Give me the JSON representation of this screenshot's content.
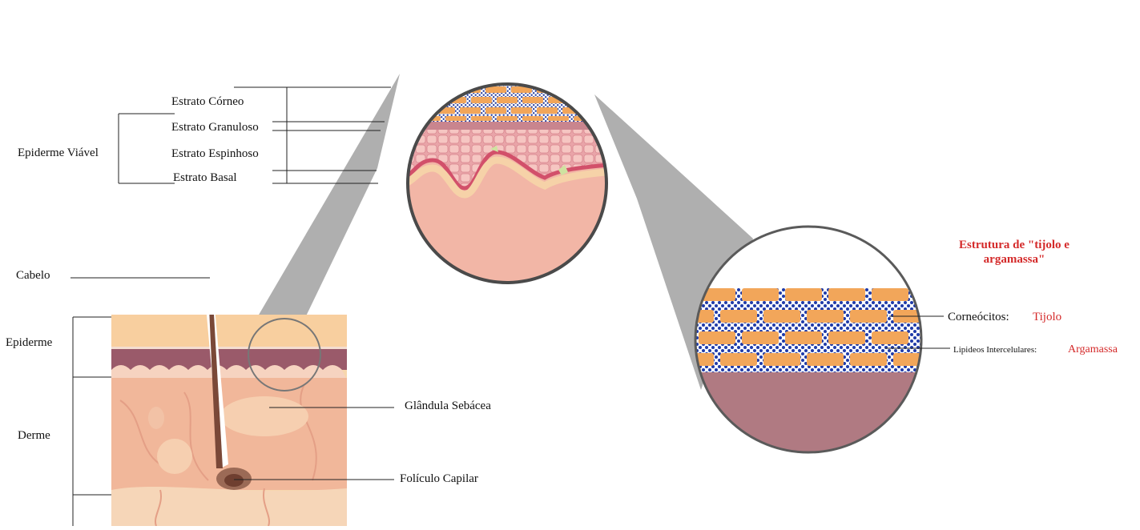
{
  "layers_top": {
    "stratum_corneum": "Estrato Córneo",
    "stratum_granulosum": "Estrato Granuloso",
    "stratum_spinosum": "Estrato Espinhoso",
    "stratum_basale": "Estrato Basal",
    "viable_epidermis": "Epiderme Viável"
  },
  "skin_section": {
    "hair": "Cabelo",
    "epidermis": "Epiderme",
    "dermis": "Derme",
    "sebaceous_gland": "Glândula Sebácea",
    "hair_follicle": "Folículo Capilar"
  },
  "brick_mortar": {
    "title_line1": "Estrutura de \"tijolo e",
    "title_line2": "argamassa\"",
    "corneocytes_label": "Corneócitos:",
    "corneocytes_value": "Tijolo",
    "lipids_label": "Lipideos Intercelulares:",
    "lipids_value": "Argamassa"
  },
  "colors": {
    "accent_red": "#d42a2a",
    "brick_orange": "#f2a65a",
    "mortar_blue": "#1f3aa8",
    "dermis_pink": "#f2b6a6",
    "epidermis_band": "#9a5a6a",
    "deep_mauve": "#b07a82",
    "beam_gray": "#9a9a9a"
  }
}
